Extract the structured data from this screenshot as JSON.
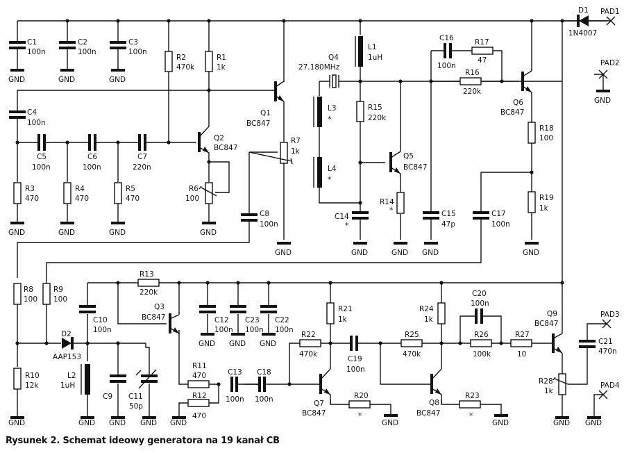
{
  "caption": "Rysunek 2. Schemat ideowy generatora na 19 kanał CB",
  "ground_label": "GND",
  "components": {
    "C1": {
      "ref": "C1",
      "value": "100n"
    },
    "C2": {
      "ref": "C2",
      "value": "100n"
    },
    "C3": {
      "ref": "C3",
      "value": "100n"
    },
    "C4": {
      "ref": "C4",
      "value": "100n"
    },
    "C5": {
      "ref": "C5",
      "value": "100n"
    },
    "C6": {
      "ref": "C6",
      "value": "100n"
    },
    "C7": {
      "ref": "C7",
      "value": "220n"
    },
    "C8": {
      "ref": "C8",
      "value": "100n"
    },
    "C9": {
      "ref": "C9",
      "value": ""
    },
    "C10": {
      "ref": "C10",
      "value": "100n"
    },
    "C11": {
      "ref": "C11",
      "value": "50p"
    },
    "C12": {
      "ref": "C12",
      "value": "100n"
    },
    "C13": {
      "ref": "C13",
      "value": "100n"
    },
    "C14": {
      "ref": "C14",
      "value": "*"
    },
    "C15": {
      "ref": "C15",
      "value": "47p"
    },
    "C16": {
      "ref": "C16",
      "value": "100n"
    },
    "C17": {
      "ref": "C17",
      "value": "100n"
    },
    "C18": {
      "ref": "C18",
      "value": "100n"
    },
    "C19": {
      "ref": "C19",
      "value": "100n"
    },
    "C20": {
      "ref": "C20",
      "value": "100n"
    },
    "C21": {
      "ref": "C21",
      "value": "470n"
    },
    "C22": {
      "ref": "C22",
      "value": "100n"
    },
    "C23": {
      "ref": "C23",
      "value": "100n"
    },
    "R1": {
      "ref": "R1",
      "value": "1k"
    },
    "R2": {
      "ref": "R2",
      "value": "470k"
    },
    "R3": {
      "ref": "R3",
      "value": "470"
    },
    "R4": {
      "ref": "R4",
      "value": "470"
    },
    "R5": {
      "ref": "R5",
      "value": "470"
    },
    "R6": {
      "ref": "R6",
      "value": "100"
    },
    "R7": {
      "ref": "R7",
      "value": "1k"
    },
    "R8": {
      "ref": "R8",
      "value": "100"
    },
    "R9": {
      "ref": "R9",
      "value": "100"
    },
    "R10": {
      "ref": "R10",
      "value": "12k"
    },
    "R11": {
      "ref": "R11",
      "value": "470"
    },
    "R12": {
      "ref": "R12",
      "value": "470"
    },
    "R13": {
      "ref": "R13",
      "value": "220k"
    },
    "R14": {
      "ref": "R14",
      "value": "*"
    },
    "R15": {
      "ref": "R15",
      "value": "220k"
    },
    "R16": {
      "ref": "R16",
      "value": "220k"
    },
    "R17": {
      "ref": "R17",
      "value": "47"
    },
    "R18": {
      "ref": "R18",
      "value": "100"
    },
    "R19": {
      "ref": "R19",
      "value": "1k"
    },
    "R20": {
      "ref": "R20",
      "value": "*"
    },
    "R21": {
      "ref": "R21",
      "value": "1k"
    },
    "R22": {
      "ref": "R22",
      "value": "470k"
    },
    "R23": {
      "ref": "R23",
      "value": "*"
    },
    "R24": {
      "ref": "R24",
      "value": "1k"
    },
    "R25": {
      "ref": "R25",
      "value": "470k"
    },
    "R26": {
      "ref": "R26",
      "value": "100k"
    },
    "R27": {
      "ref": "R27",
      "value": "10"
    },
    "R28": {
      "ref": "R28",
      "value": "1k"
    },
    "Q1": {
      "ref": "Q1",
      "value": "BC847"
    },
    "Q2": {
      "ref": "Q2",
      "value": "BC847"
    },
    "Q3": {
      "ref": "Q3",
      "value": "BC847"
    },
    "Q4": {
      "ref": "Q4",
      "value": "27.180MHz"
    },
    "Q5": {
      "ref": "Q5",
      "value": "BC847"
    },
    "Q6": {
      "ref": "Q6",
      "value": "BC847"
    },
    "Q7": {
      "ref": "Q7",
      "value": "BC847"
    },
    "Q8": {
      "ref": "Q8",
      "value": "BC847"
    },
    "Q9": {
      "ref": "Q9",
      "value": "BC847"
    },
    "L1": {
      "ref": "L1",
      "value": "1uH"
    },
    "L2": {
      "ref": "L2",
      "value": "1uH"
    },
    "L3": {
      "ref": "L3",
      "value": "*"
    },
    "L4": {
      "ref": "L4",
      "value": "*"
    },
    "D1": {
      "ref": "D1",
      "value": "1N4007"
    },
    "D2": {
      "ref": "D2",
      "value": "AAP153"
    },
    "PAD1": {
      "ref": "PAD1"
    },
    "PAD2": {
      "ref": "PAD2"
    },
    "PAD3": {
      "ref": "PAD3"
    },
    "PAD4": {
      "ref": "PAD4"
    }
  }
}
